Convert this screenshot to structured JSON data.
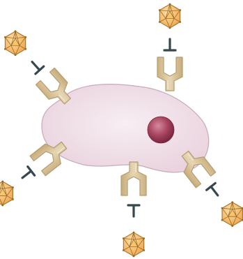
{
  "diagram": {
    "cell": {
      "membrane_color": "#f1dde7",
      "membrane_stroke": "#c9a9bd",
      "nucleus_color": "#9d3a56"
    },
    "receptor": {
      "fill": "#d9c49a",
      "stroke": "#b49b70"
    },
    "antigen": {
      "fill": "#f2b45c",
      "stroke": "#9a6a25"
    },
    "linker_color": "#36474f",
    "receptors": [
      {
        "name": "receptor-upper-left"
      },
      {
        "name": "receptor-upper-right"
      },
      {
        "name": "receptor-lower-left"
      },
      {
        "name": "receptor-bottom"
      },
      {
        "name": "receptor-lower-right"
      }
    ]
  }
}
